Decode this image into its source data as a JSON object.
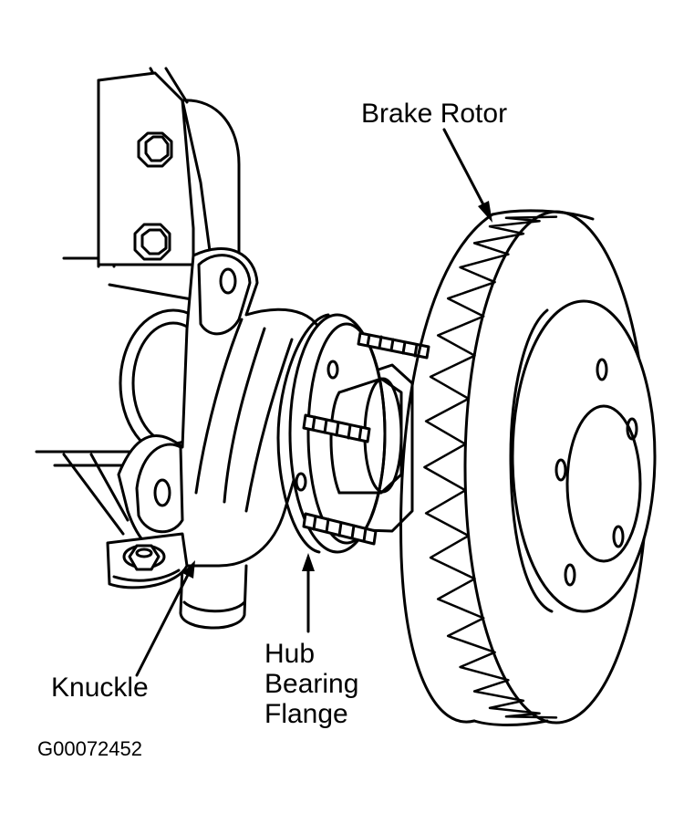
{
  "labels": {
    "brake_rotor": "Brake Rotor",
    "hub_line1": "Hub",
    "hub_line2": "Bearing",
    "hub_line3": "Flange",
    "knuckle": "Knuckle"
  },
  "figure_id": "G00072452"
}
